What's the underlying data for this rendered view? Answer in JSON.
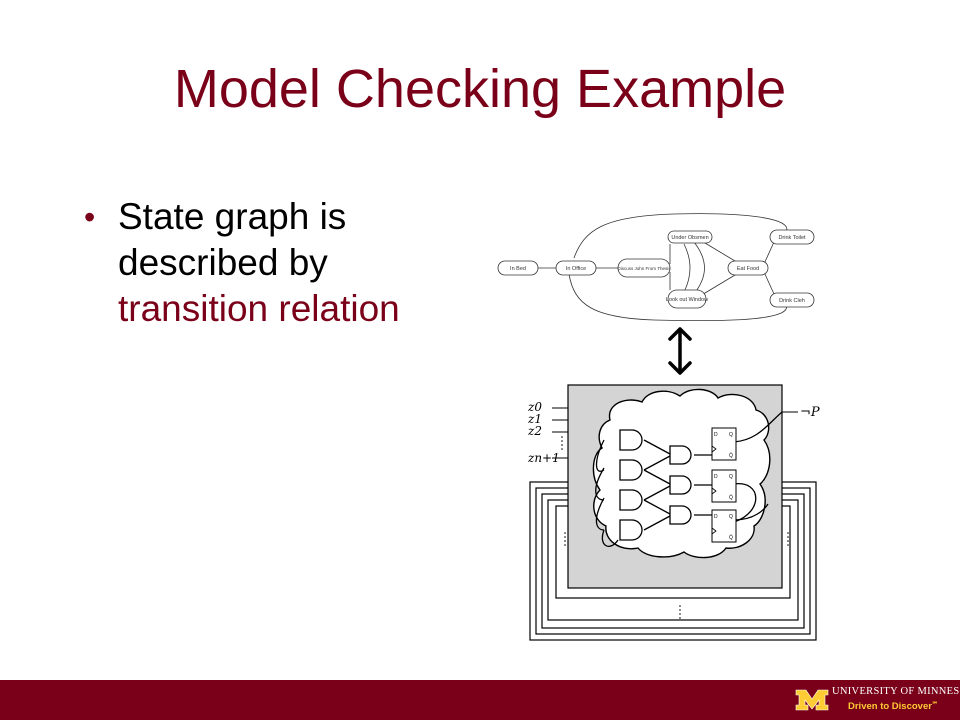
{
  "slide": {
    "title": "Model Checking Example",
    "bullet_before": "State graph is described by ",
    "bullet_highlight": "transition relation"
  },
  "state_graph": {
    "nodes": [
      "In Bed",
      "In Office",
      "Discuss John From Thesis",
      "Under Obsmen",
      "Look out Window",
      "Eat Food",
      "Drink Toilet",
      "Drink Cleh"
    ]
  },
  "circuit": {
    "inputs": [
      "z0",
      "z1",
      "z2",
      "zn+1"
    ],
    "output": "¬P",
    "flipflop_label_d": "D",
    "flipflop_label_q": "Q",
    "flipflop_label_qbar": "Q̄"
  },
  "footer": {
    "university": "UNIVERSITY OF MINNESOTA",
    "tagline": "Driven to Discover",
    "tagline_mark": "℠"
  },
  "colors": {
    "maroon": "#7a0019",
    "gold": "#ffcc33"
  }
}
